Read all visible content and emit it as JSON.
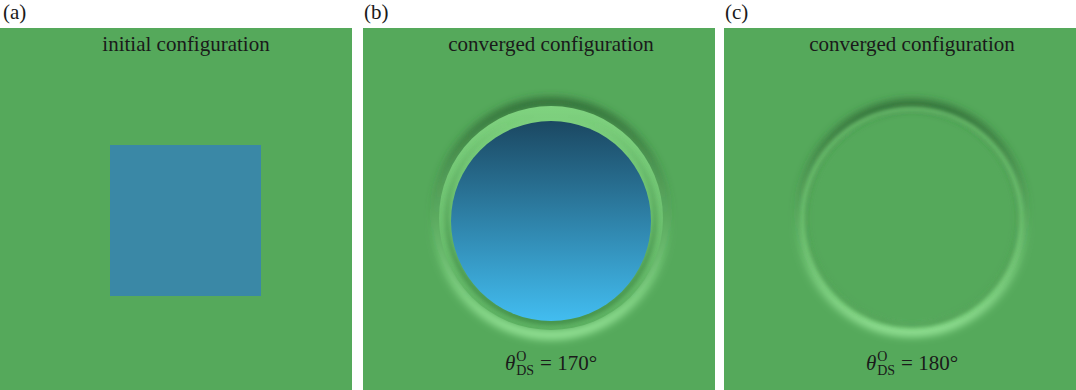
{
  "diagram": {
    "labels": [
      "(a)",
      "initial configuration",
      "(b)",
      "converged configuration",
      "θ",
      "O",
      "DS",
      "= 170°",
      "(c)",
      "converged configuration",
      "θ",
      "O",
      "DS",
      "= 180°"
    ]
  }
}
